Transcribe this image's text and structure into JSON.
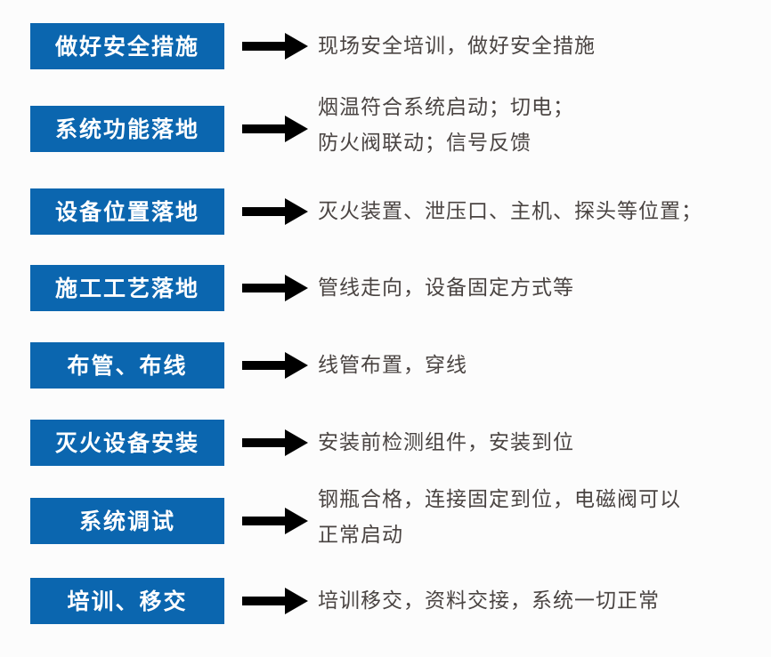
{
  "theme": {
    "background": "#fcfcfc",
    "box_fill": "#0b66af",
    "box_text": "#ffffff",
    "description_text": "#4a4442",
    "arrow_color": "#000000"
  },
  "diagram": {
    "type": "process-flow",
    "orientation": "vertical-list",
    "arrow_icon": "right-arrow-icon",
    "steps": [
      {
        "index": 1,
        "stage": "做好安全措施",
        "description_lines": [
          "现场安全培训，做好安全措施"
        ]
      },
      {
        "index": 2,
        "stage": "系统功能落地",
        "description_lines": [
          "烟温符合系统启动；切电；",
          "防火阀联动；信号反馈"
        ]
      },
      {
        "index": 3,
        "stage": "设备位置落地",
        "description_lines": [
          "灭火装置、泄压口、主机、探头等位置；"
        ]
      },
      {
        "index": 4,
        "stage": "施工工艺落地",
        "description_lines": [
          "管线走向，设备固定方式等"
        ]
      },
      {
        "index": 5,
        "stage": "布管、布线",
        "description_lines": [
          "线管布置，穿线"
        ]
      },
      {
        "index": 6,
        "stage": "灭火设备安装",
        "description_lines": [
          "安装前检测组件，安装到位"
        ]
      },
      {
        "index": 7,
        "stage": "系统调试",
        "description_lines": [
          "钢瓶合格，连接固定到位，电磁阀可以",
          "正常启动"
        ]
      },
      {
        "index": 8,
        "stage": "培训、移交",
        "description_lines": [
          "培训移交，资料交接，系统一切正常"
        ]
      }
    ]
  }
}
